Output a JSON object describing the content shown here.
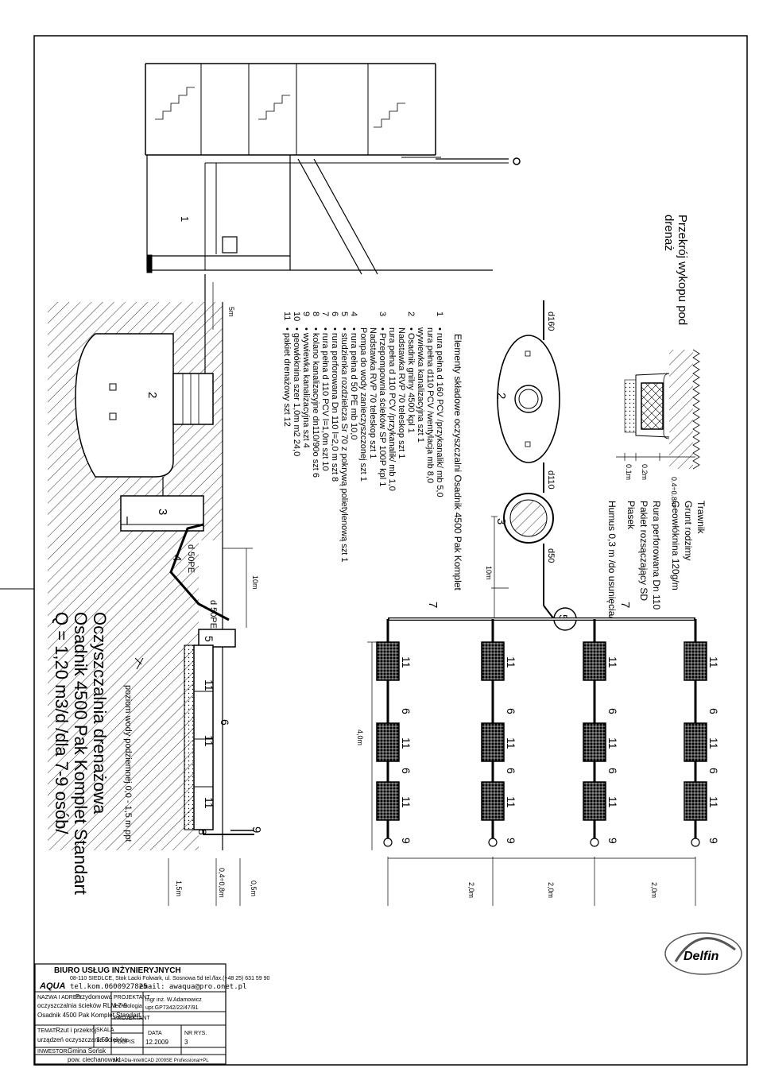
{
  "section_title": {
    "line1": "Przekrój wykopu pod",
    "line2": "drenaż"
  },
  "layer_legend": [
    "Trawnik",
    "Grunt rodzimy",
    "Geowłóknina 120g/m",
    "Rura perforowana Dn 110",
    "Pakiet rozsączający SD",
    "Piasek",
    "Humus 0,3 m /do usunięcia/"
  ],
  "section_dims": [
    "0.4÷0.8m",
    "0.2m",
    "0.1m"
  ],
  "components_heading": "Elementy składowe oczyszczalni Osadnik 4500 Pak Komplet",
  "components": [
    {
      "num": "1",
      "lines": [
        "• rura pełna d 160 PCV /przykanalik/ mb 5,0",
        "rura pełna d110 PCV /wentylacja mb 8,0",
        "wywiewka kanalizacyjna szt 1"
      ]
    },
    {
      "num": "2",
      "lines": [
        "• Osadnik gnilny 4500 kpl 1",
        "Nadstawka RVP 70 teleskop szt 1",
        "rura pełna d 110 PCV /przykanalik/ mb 1,0"
      ]
    },
    {
      "num": "3",
      "lines": [
        "• Przepompownia ścieków SP 100P kpl 1",
        "Nadstawka RVP 70 teleskop szt 1",
        "Pompa do wody zanieczyszczonej szt 1"
      ]
    },
    {
      "num": "4",
      "lines": [
        "• rura pełna d 50 PE mb 10,0"
      ]
    },
    {
      "num": "5",
      "lines": [
        "• studzienka rozdzielcza Sr 70 z pokrywą polietylenową szt 1"
      ]
    },
    {
      "num": "6",
      "lines": [
        "• rura perforowana Dn 110 l=2,0 m szt 8"
      ]
    },
    {
      "num": "7",
      "lines": [
        "• rura pełna d 110 PCV l=1,0m szt 10"
      ]
    },
    {
      "num": "8",
      "lines": [
        "• kolano kanalizacyjne dn110/90o szt 6"
      ]
    },
    {
      "num": "9",
      "lines": [
        "• wywiewka kanalizacyjna szt 4"
      ]
    },
    {
      "num": "10",
      "lines": [
        "• geowłóknina szer 1,0m m2 24,0"
      ]
    },
    {
      "num": "11",
      "lines": [
        "• pakiet drenażowy szt 12"
      ]
    }
  ],
  "plan_labels": {
    "pipe_in": "d160",
    "pipe_mid": "d110",
    "pipe_pe": "d50",
    "tank": "2",
    "pump": "3",
    "dist": "5",
    "conn": "7",
    "d10": "10m",
    "d4": "4,0m",
    "d2a": "2,0m",
    "d2b": "2,0m",
    "d2c": "2,0m"
  },
  "drain_labels": {
    "pack": "11",
    "pipe": "6",
    "vent": "9"
  },
  "profile_labels": {
    "vent": "1",
    "tank": "2",
    "pump": "3",
    "pe_pipe": "4",
    "dist": "5",
    "pack": "11",
    "perf": "6",
    "elbow": "8",
    "vent2": "9",
    "pe_a": "d 50PE",
    "pe_b": "d 50PE",
    "d5": "5m",
    "d10": "10m",
    "d15": "1,5m",
    "d048": "0,4÷0,8m",
    "d05": "0,5m",
    "groundwater": "poziom wody podziemnej 0,0 - 1,5 m ppt"
  },
  "main_title": {
    "line1": "Oczyszczalnia drenażowa",
    "line2": "Osadnik 4500 Pak Komplet Standart",
    "line3": "Q = 1,20 m3/d /dla 7-9 osób/"
  },
  "logo_text": "Delfin",
  "title_block": {
    "company": "BIURO USŁUG INŻYNIERYJNYCH",
    "aqua": "AQUA",
    "address": "08-110 SIEDLCE, Stok Lacki Folwark, ul. Sosnowa 5d tel./fax.(+48 25) 631 59 90",
    "contact_tel": "tel.kom.0600927825",
    "contact_mail": "email:  awaqua@pro.onet.pl",
    "name_label": "NAZWA I ADRES:",
    "name_v1": "Przydomowa",
    "name_v2": "oczyszczalnia ścieków RLM 7-9",
    "name_v3": "Osadnik 4500 Pak Komplet Standart",
    "proj_tech_l1": "PROJEKTANT",
    "proj_tech_l2": "technologia",
    "proj_tech_v1": "mgr inż. W.Adamowicz",
    "proj_tech_v2": "upr.GP7342/22/47/91",
    "proj2": "PROJEKTANT",
    "temat_l": "TEMAT:",
    "temat_v1": "Rzut i przekrój",
    "temat_v2": "urządzeń oczyszczania ścieków",
    "skala_l": "SKALA",
    "skala_v": "1:50",
    "podpis": "PODPIS",
    "data_l": "DATA",
    "data_v": "12.2009",
    "nr_l": "NR RYS.",
    "nr_v": "3",
    "inwestor_l": "INWESTOR:",
    "inwestor_v1": "Gmina Sońsk",
    "inwestor_v2": "pow. ciechanowski",
    "software": "ArCADia-IntelliCAD 2009SE Professional+PL"
  }
}
